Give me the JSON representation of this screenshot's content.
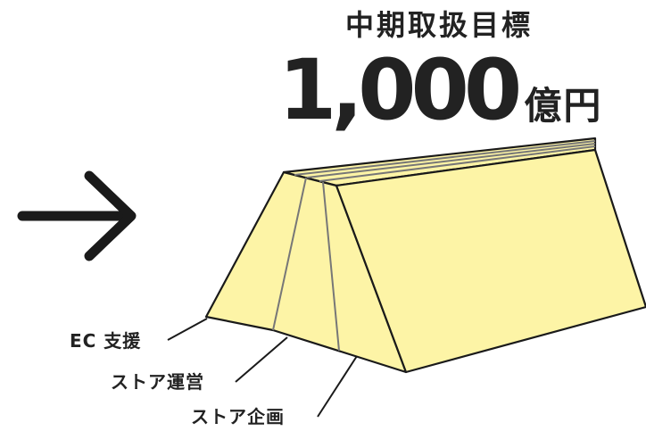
{
  "header": {
    "title": "中期取扱目標",
    "amount_value": "1,000",
    "amount_unit": "億円"
  },
  "labels": {
    "ec_support": "EC 支援",
    "store_operation": "ストア運営",
    "store_planning": "ストア企画"
  },
  "icons": {
    "arrow": "arrow-right-icon"
  },
  "colors": {
    "prism_fill": "#fdf4a6",
    "outline": "#1a1a1a",
    "inner_lines": "#777777",
    "text": "#222222"
  }
}
